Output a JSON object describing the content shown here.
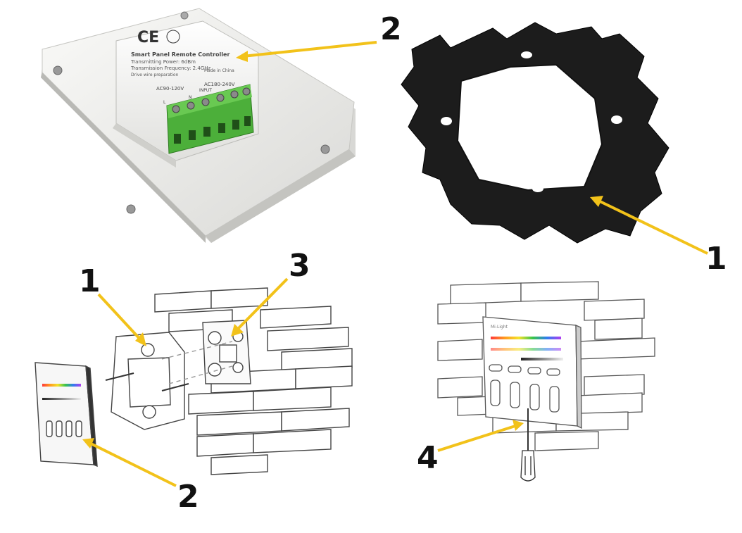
{
  "callouts": {
    "top_right_gasket": "1",
    "top_left_back": "2",
    "bottom_left_frame": "1",
    "bottom_left_box": "3",
    "bottom_left_panel": "2",
    "bottom_right_screwdriver": "4"
  },
  "back_label": {
    "ce": "CE",
    "line1": "Smart Panel Remote Controller",
    "line2": "Transmitting Power: 6dBm",
    "line3": "Transmission Frequency: 2.4GHz",
    "line4": "Drive wire preparation",
    "line5": "Made in China",
    "voltage_low": "AC90-120V",
    "voltage_high": "AC180-240V",
    "input": "INPUT",
    "terminal_l": "L",
    "terminal_n": "N"
  },
  "panel_brand": "Mi-Light",
  "colors": {
    "arrow": "#f2c21a",
    "gasket": "#1c1c1c",
    "terminal": "#4caf3a",
    "housing": "#f1f1ef"
  }
}
